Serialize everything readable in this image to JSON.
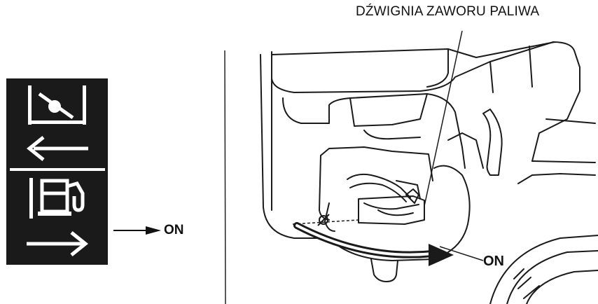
{
  "labels": {
    "fuel_valve_lever": "DŹWIGNIA ZAWORU PALIWA",
    "on_left": "ON",
    "on_right": "ON"
  },
  "icons": {
    "choke": "choke-symbol-icon",
    "fuel_pump": "fuel-pump-icon",
    "arrow_left": "arrow-left-icon",
    "arrow_right": "arrow-right-icon"
  },
  "colors": {
    "panel": "#1a1a1a",
    "ink": "#111111",
    "background": "#ffffff"
  }
}
